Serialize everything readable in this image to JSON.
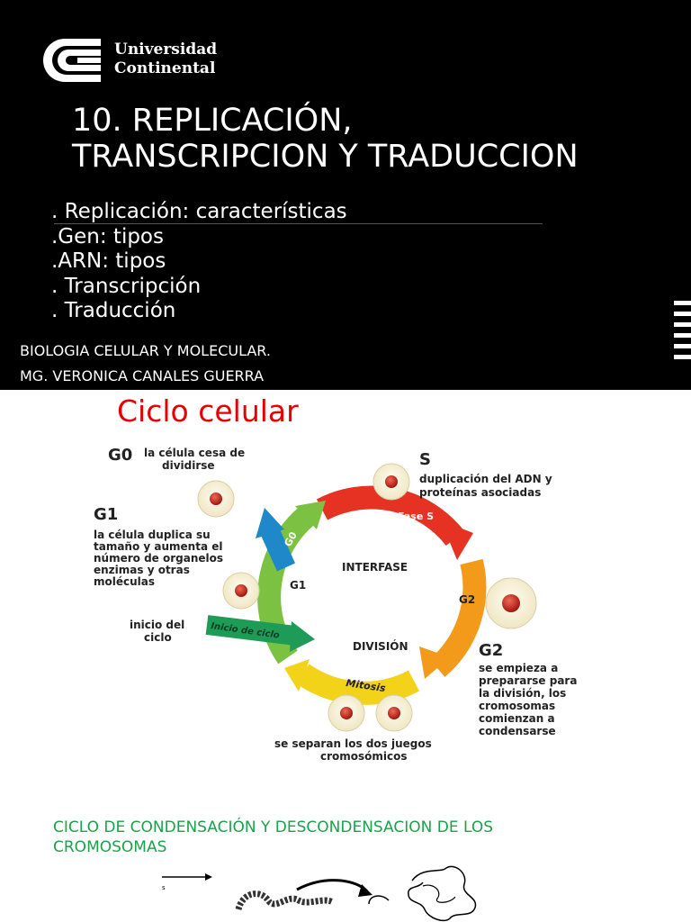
{
  "header": {
    "logo_line1": "Universidad",
    "logo_line2": "Continental"
  },
  "slide": {
    "title_line1": "10. REPLICACIÓN,",
    "title_line2": "TRANSCRIPCION Y TRADUCCION",
    "topics": [
      ". Replicación: características",
      ".Gen: tipos",
      ".ARN: tipos",
      ". Transcripción",
      ". Traducción"
    ],
    "course": "BIOLOGIA CELULAR Y MOLECULAR.",
    "teacher": "MG. VERONICA CANALES GUERRA"
  },
  "cycle": {
    "section_title": "Ciclo celular",
    "g0_label": "G0",
    "g0_desc": [
      "la célula cesa de",
      "dividirse"
    ],
    "s_label": "S",
    "s_desc": [
      "duplicación del ADN y",
      "proteínas asociadas"
    ],
    "g1_label": "G1",
    "g1_desc": [
      "la célula duplica su",
      "tamaño y aumenta el",
      "número de organelos",
      "enzimas y otras",
      "moléculas"
    ],
    "start_desc": [
      "inicio del",
      "ciclo"
    ],
    "start_arrow": "Inicio de ciclo",
    "fase_s": "Fase S",
    "arc_g0": "G0",
    "arc_g1": "G1",
    "arc_g2": "G2",
    "interfase": "INTERFASE",
    "division": "DIVISIÓN",
    "mitosis": "Mitosis",
    "g2_label": "G2",
    "g2_desc": [
      "se empieza a",
      "prepararse para",
      "la división, los",
      "cromosomas",
      "comienzan a",
      "condensarse"
    ],
    "separation_desc": [
      "se separan los dos juegos",
      "cromosómicos"
    ]
  },
  "condensation": {
    "title": "CICLO DE CONDENSACIÓN Y DESCONDENSACION DE LOS CROMOSOMAS",
    "small_label": "s"
  },
  "colors": {
    "background_top": "#000000",
    "section_red": "#e60000",
    "section_green": "#1aa34a",
    "arc_red": "#e53222",
    "arc_orange": "#f39a1b",
    "arc_yellow": "#f2d31a",
    "arc_green": "#7cc242",
    "arc_blue": "#1e88c8"
  }
}
